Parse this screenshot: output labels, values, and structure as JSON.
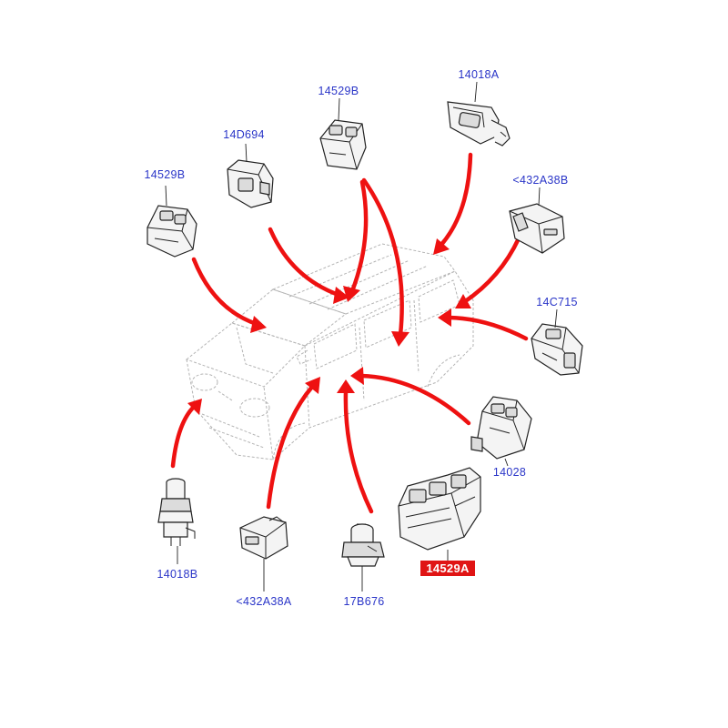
{
  "colors": {
    "label_text": "#2a35c8",
    "arrow": "#ee1111",
    "highlight_fill": "#e01414",
    "car_outline": "#b4b4b4"
  },
  "labels": {
    "p_14018a_top": "14018A",
    "p_14529b_top": "14529B",
    "p_14d694": "14D694",
    "p_14529b_left": "14529B",
    "p_432a38b_right": "<432A38B",
    "p_14c715": "14C715",
    "p_14028": "14028",
    "p_14529a": "14529A",
    "p_14018b": "14018B",
    "p_432a38a": "<432A38A",
    "p_17b676": "17B676"
  }
}
